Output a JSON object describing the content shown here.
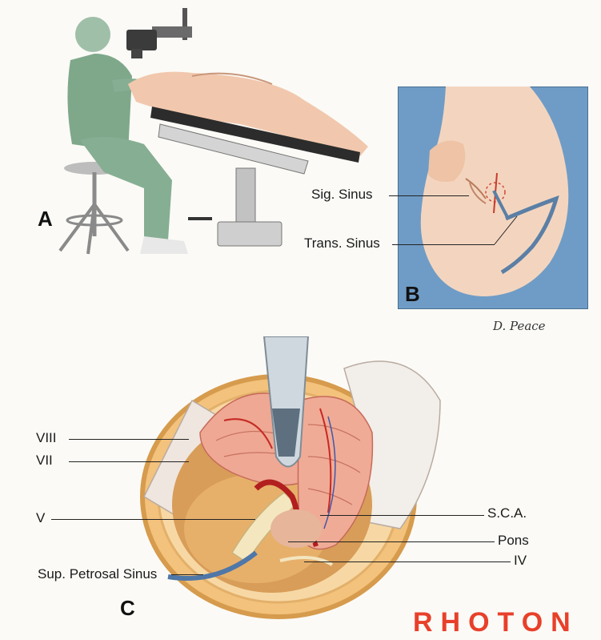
{
  "panels": {
    "a": "A",
    "b": "B",
    "c": "C"
  },
  "panel_b_labels": {
    "sig_sinus": "Sig. Sinus",
    "trans_sinus": "Trans. Sinus"
  },
  "panel_c_labels": {
    "viii": "VIII",
    "vii": "VII",
    "v": "V",
    "sup_petrosal_sinus": "Sup. Petrosal Sinus",
    "sca": "S.C.A.",
    "pons": "Pons",
    "iv": "IV"
  },
  "signature": "D. Peace",
  "watermark": "RHOTON"
}
